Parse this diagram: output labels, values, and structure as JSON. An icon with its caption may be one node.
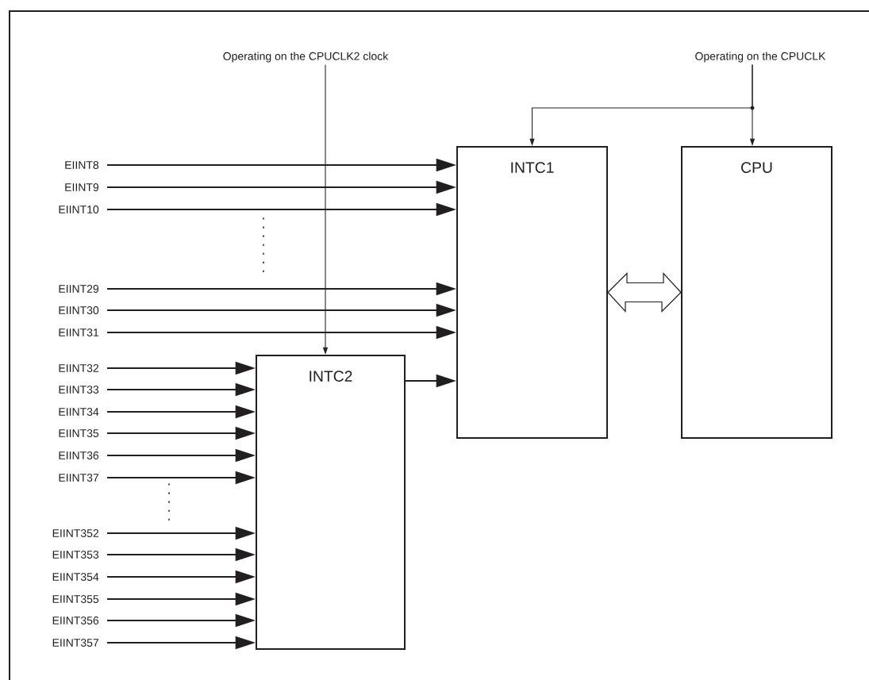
{
  "diagram": {
    "nodes": [
      {
        "text": [
          "INTC1"
        ]
      },
      {
        "text": [
          "CPU"
        ]
      },
      {
        "text": [
          "INTC2"
        ]
      },
      {
        "text": [
          "Operating on the CPUCLK2 clock"
        ]
      },
      {
        "text": [
          "Operating on the CPUCLK"
        ]
      },
      {
        "text": [
          "EIINT8"
        ]
      },
      {
        "text": [
          "EIINT9"
        ]
      },
      {
        "text": [
          "EIINT10"
        ]
      },
      {
        "text": [
          "EIINT29"
        ]
      },
      {
        "text": [
          "EIINT30"
        ]
      },
      {
        "text": [
          "EIINT31"
        ]
      },
      {
        "text": [
          "EIINT32"
        ]
      },
      {
        "text": [
          "EIINT33"
        ]
      },
      {
        "text": [
          "EIINT34"
        ]
      },
      {
        "text": [
          "EIINT35"
        ]
      },
      {
        "text": [
          "EIINT36"
        ]
      },
      {
        "text": [
          "EIINT37"
        ]
      },
      {
        "text": [
          "EIINT352"
        ]
      },
      {
        "text": [
          "EIINT353"
        ]
      },
      {
        "text": [
          "EIINT354"
        ]
      },
      {
        "text": [
          "EIINT355"
        ]
      },
      {
        "text": [
          "EIINT356"
        ]
      },
      {
        "text": [
          "EIINT357"
        ]
      }
    ],
    "edges": [
      {
        "from": 3,
        "to": 2,
        "arrow": "to"
      },
      {
        "from": 4,
        "to": 0,
        "arrow": "to"
      },
      {
        "from": 4,
        "to": 1,
        "arrow": "to"
      },
      {
        "from": 0,
        "to": 1,
        "arrow": "both"
      },
      {
        "from": 2,
        "to": 0,
        "arrow": "to"
      },
      {
        "from": 5,
        "to": 0,
        "arrow": "to"
      },
      {
        "from": 6,
        "to": 0,
        "arrow": "to"
      },
      {
        "from": 7,
        "to": 0,
        "arrow": "to"
      },
      {
        "from": 8,
        "to": 0,
        "arrow": "to"
      },
      {
        "from": 9,
        "to": 0,
        "arrow": "to"
      },
      {
        "from": 10,
        "to": 0,
        "arrow": "to"
      },
      {
        "from": 11,
        "to": 2,
        "arrow": "to"
      },
      {
        "from": 12,
        "to": 2,
        "arrow": "to"
      },
      {
        "from": 13,
        "to": 2,
        "arrow": "to"
      },
      {
        "from": 14,
        "to": 2,
        "arrow": "to"
      },
      {
        "from": 15,
        "to": 2,
        "arrow": "to"
      },
      {
        "from": 16,
        "to": 2,
        "arrow": "to"
      },
      {
        "from": 17,
        "to": 2,
        "arrow": "to"
      },
      {
        "from": 18,
        "to": 2,
        "arrow": "to"
      },
      {
        "from": 19,
        "to": 2,
        "arrow": "to"
      },
      {
        "from": 20,
        "to": 2,
        "arrow": "to"
      },
      {
        "from": 21,
        "to": 2,
        "arrow": "to"
      },
      {
        "from": 22,
        "to": 2,
        "arrow": "to"
      }
    ]
  }
}
